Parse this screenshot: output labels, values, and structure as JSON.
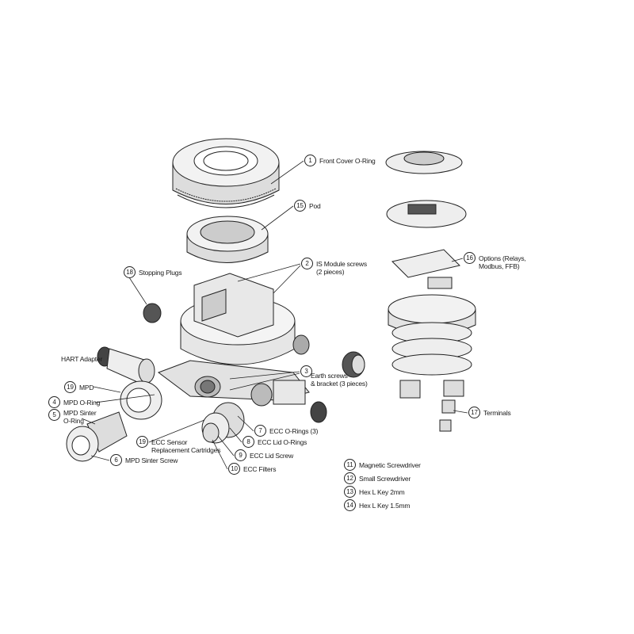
{
  "diagram_title": "",
  "colors": {
    "line": "#222222",
    "part_fill": "#eeeeee",
    "part_shade": "#bdbdbd",
    "dark": "#444444"
  },
  "callouts": {
    "c1": {
      "num": "1",
      "lines": [
        "Front Cover O-Ring"
      ]
    },
    "c15": {
      "num": "15",
      "lines": [
        "Pod"
      ]
    },
    "c2": {
      "num": "2",
      "lines": [
        "IS Module screws",
        "(2 pieces)"
      ]
    },
    "c16": {
      "num": "16",
      "lines": [
        "Options (Relays,",
        "Modbus, FFB)"
      ]
    },
    "c18": {
      "num": "18",
      "lines": [
        "Stopping Plugs"
      ]
    },
    "hart": {
      "lines": [
        "HART Adapter"
      ]
    },
    "c3": {
      "num": "3",
      "lines": [
        "Earth screws",
        "& bracket (3 pieces)"
      ]
    },
    "c19a": {
      "num": "19",
      "lines": [
        "MPD"
      ]
    },
    "c4": {
      "num": "4",
      "lines": [
        "MPD O-Ring"
      ]
    },
    "c5": {
      "num": "5",
      "lines": [
        "MPD Sinter",
        "O-Ring"
      ]
    },
    "c7": {
      "num": "7",
      "lines": [
        "ECC O-Rings (3)"
      ]
    },
    "c8": {
      "num": "8",
      "lines": [
        "ECC Lid O-Rings"
      ]
    },
    "c19b": {
      "num": "19",
      "lines": [
        "ECC Sensor",
        "Replacement Cartridges"
      ]
    },
    "c9": {
      "num": "9",
      "lines": [
        "ECC Lid Screw"
      ]
    },
    "c6": {
      "num": "6",
      "lines": [
        "MPD Sinter Screw"
      ]
    },
    "c10": {
      "num": "10",
      "lines": [
        "ECC Filters"
      ]
    },
    "c17": {
      "num": "17",
      "lines": [
        "Terminals"
      ]
    },
    "c11": {
      "num": "11",
      "lines": [
        "Magnetic Screwdriver"
      ]
    },
    "c12": {
      "num": "12",
      "lines": [
        "Small Screwdriver"
      ]
    },
    "c13": {
      "num": "13",
      "lines": [
        "Hex L Key 2mm"
      ]
    },
    "c14": {
      "num": "14",
      "lines": [
        "Hex L Key 1.5mm"
      ]
    }
  }
}
